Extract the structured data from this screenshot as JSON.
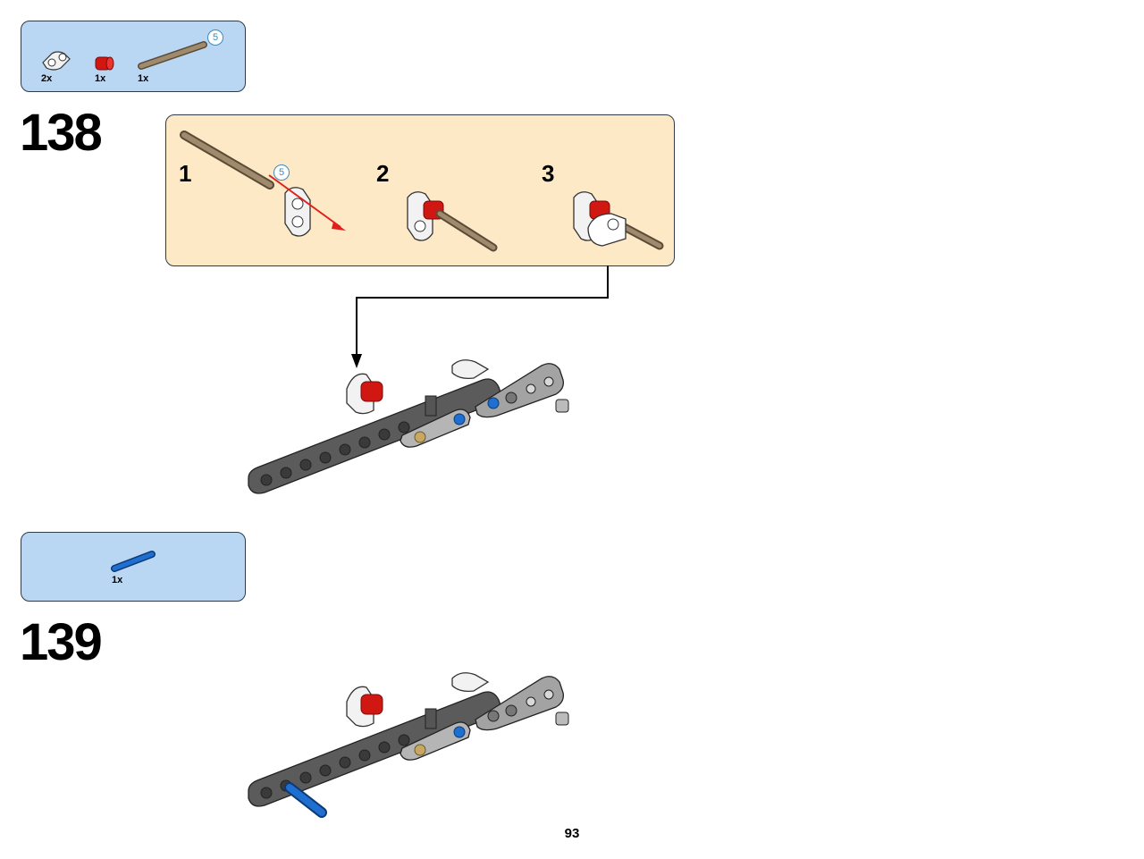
{
  "steps": [
    {
      "number": "138",
      "parts": [
        {
          "name": "axle-pin-connector",
          "qty": "2x",
          "color": "#e8e8e8"
        },
        {
          "name": "bush",
          "qty": "1x",
          "color": "#d01712"
        },
        {
          "name": "axle-5",
          "qty": "1x",
          "color": "#a08a6c",
          "length": "5"
        }
      ],
      "substeps": [
        "1",
        "2",
        "3"
      ],
      "axle_length_badge": "5"
    },
    {
      "number": "139",
      "parts": [
        {
          "name": "axle-pin",
          "qty": "1x",
          "color": "#1e6fd0"
        }
      ]
    }
  ],
  "page_number": "93",
  "colors": {
    "parts_box": "#b9d6f3",
    "substep_box": "#fde9c6",
    "beam_dark": "#5a5a5a",
    "beam_light": "#a3a3a3",
    "red": "#d01712",
    "blue": "#1e6fd0",
    "tan": "#a08a6c"
  }
}
